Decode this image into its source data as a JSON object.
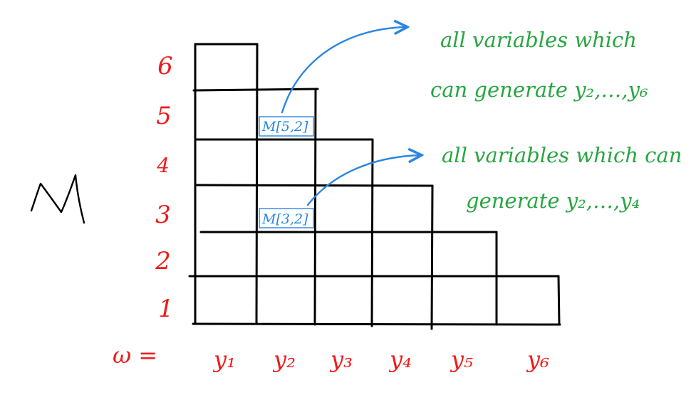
{
  "matrix_label": "M",
  "row_labels": [
    "1",
    "2",
    "3",
    "4",
    "5",
    "6"
  ],
  "column_prefix": "ω =",
  "column_labels": [
    "y₁",
    "y₂",
    "y₃",
    "y₄",
    "y₅",
    "y₆"
  ],
  "cell_annotations": [
    {
      "text": "M[5,2]",
      "row": 5,
      "col": 2
    },
    {
      "text": "M[3,2]",
      "row": 3,
      "col": 2
    }
  ],
  "notes": [
    {
      "line1": "all variables which",
      "line2": "can generate  y₂,…,y₆"
    },
    {
      "line1": "all variables which can",
      "line2": "generate  y₂,…,y₄"
    }
  ],
  "colors": {
    "grid": "#000000",
    "axis_labels": "#ee1c1c",
    "cell_annotations": "#2a86e0",
    "notes": "#27a641"
  }
}
